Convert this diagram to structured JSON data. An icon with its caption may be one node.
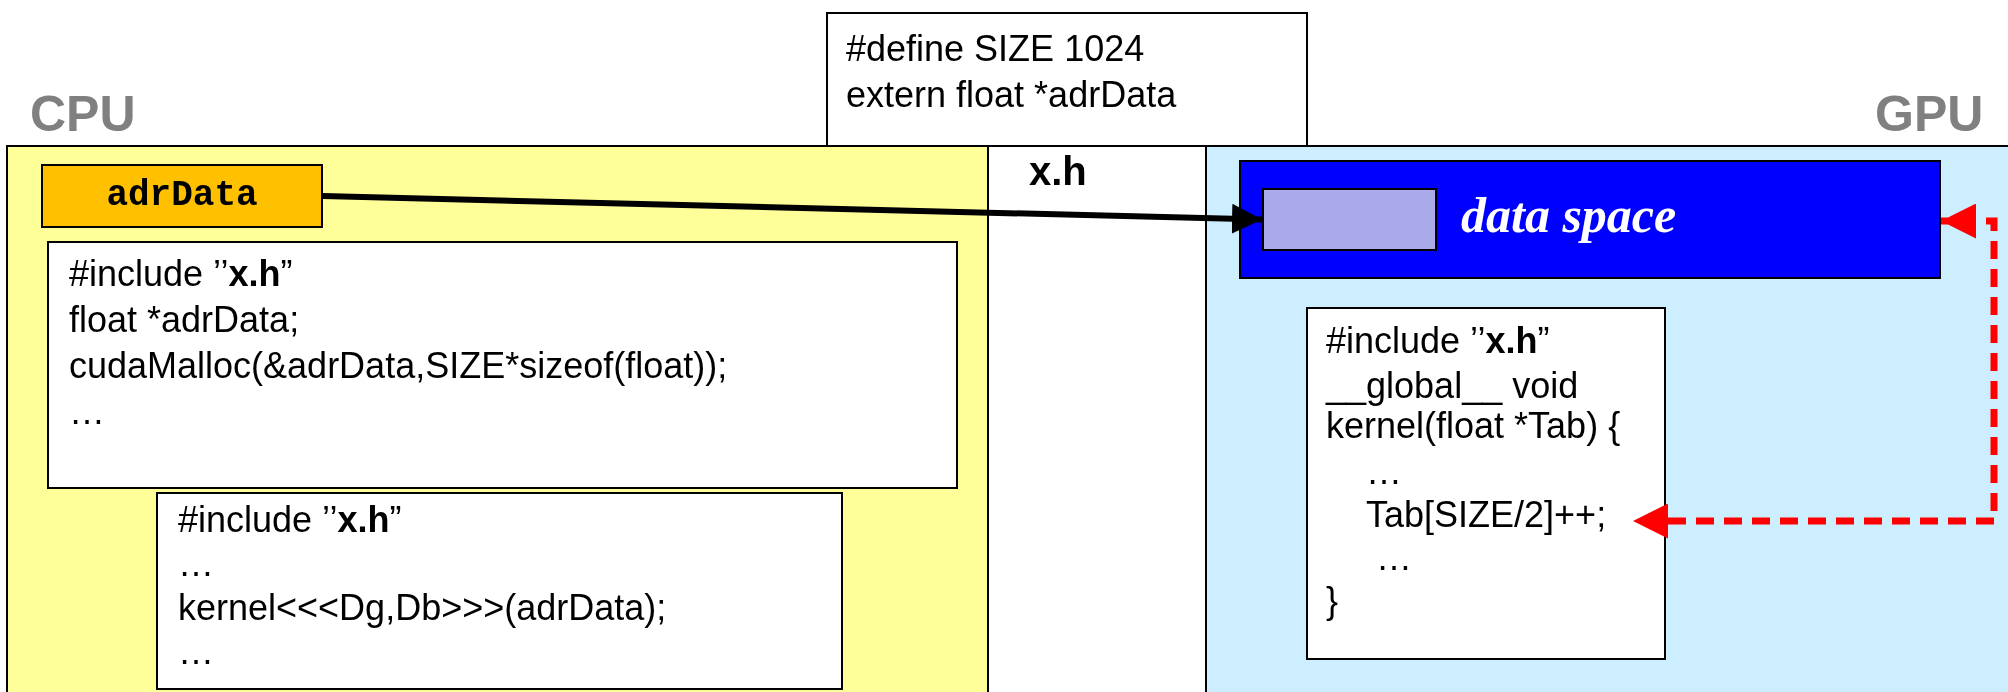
{
  "diagram": {
    "nodes": [
      {
        "text": [
          "CPU"
        ]
      },
      {
        "text": [
          "adrData"
        ],
        "in": 0
      },
      {
        "text": [
          "#include ’’**x.h**”",
          "float *adrData;",
          "cudaMalloc(&adrData,SIZE*sizeof(float));",
          "…"
        ],
        "in": 0
      },
      {
        "text": [
          "#include ’’**x.h**”",
          "…",
          "kernel<<<Dg,Db>>>(adrData);",
          "…"
        ],
        "in": 0
      },
      {
        "text": [
          "#define SIZE 1024",
          "extern float *adrData"
        ],
        "beside": [
          "x.h"
        ]
      },
      {
        "text": [
          "GPU"
        ]
      },
      {
        "text": [
          "data space"
        ],
        "in": 5
      },
      {
        "text": [],
        "shape": "box",
        "in": 6
      },
      {
        "text": [
          "#include ’’**x.h**”",
          "__global__ void kernel(float *Tab) {",
          "…",
          "Tab[SIZE/2]++;",
          "…",
          "}"
        ],
        "in": 5
      }
    ],
    "edges": [
      {
        "from": 1,
        "to": 7,
        "arrow": "to"
      },
      {
        "from": 8,
        "to": 6,
        "arrow": "both",
        "style": "dashed",
        "color": "#ff0000"
      }
    ]
  }
}
